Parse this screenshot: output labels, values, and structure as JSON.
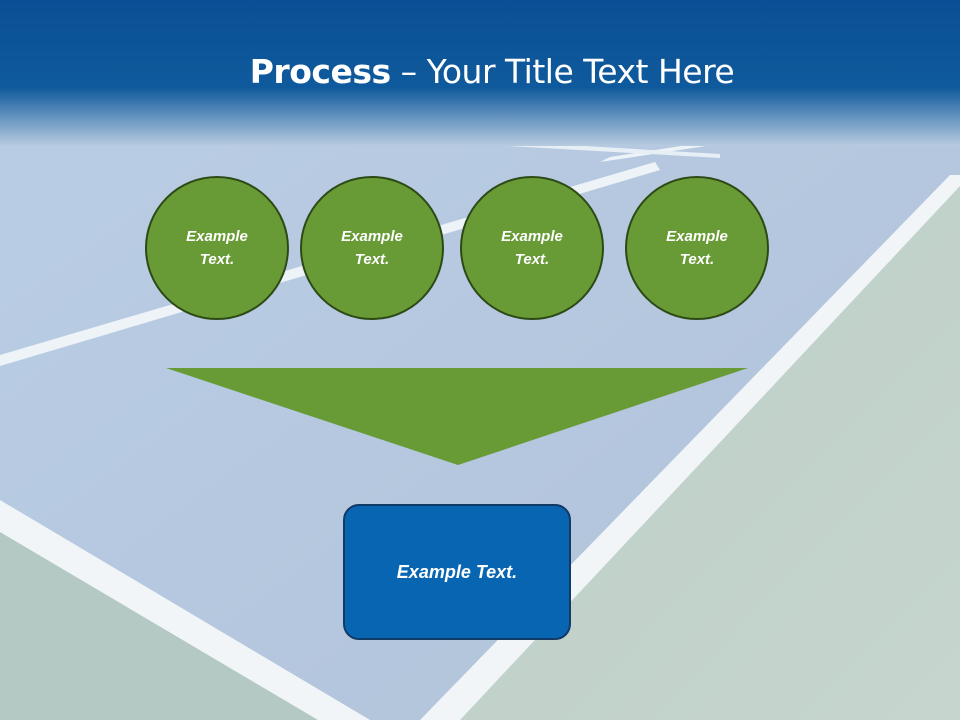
{
  "title": {
    "bold": "Process",
    "rest": " – Your Title Text Here"
  },
  "steps": [
    {
      "label": "Example Text."
    },
    {
      "label": "Example Text."
    },
    {
      "label": "Example Text."
    },
    {
      "label": "Example Text."
    }
  ],
  "result": {
    "label": "Example Text."
  },
  "colors": {
    "header_blue": "#0a4f95",
    "step_green": "#689a35",
    "result_blue": "#0765b2"
  }
}
